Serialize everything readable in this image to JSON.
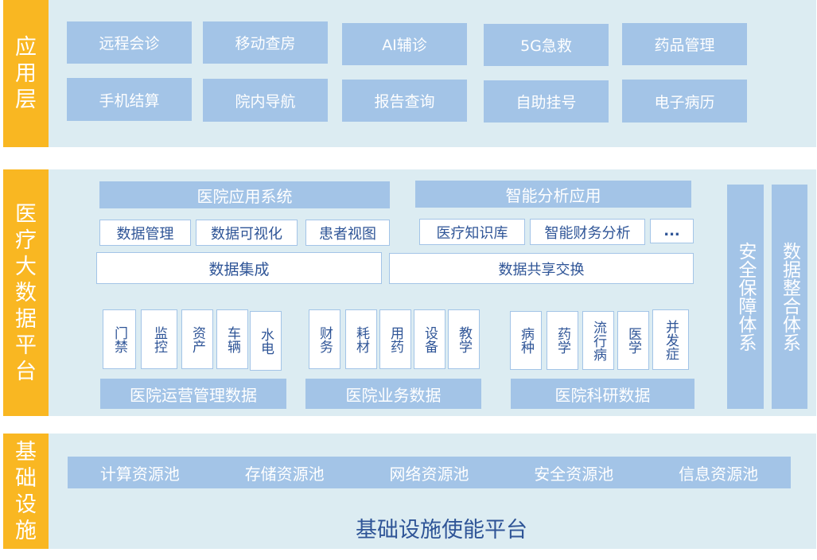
{
  "layers": {
    "application": {
      "label_chars": [
        "应",
        "用",
        "层"
      ],
      "items": [
        "远程会诊",
        "移动查房",
        "AI辅诊",
        "5G急救",
        "药品管理",
        "手机结算",
        "院内导航",
        "报告查询",
        "自助挂号",
        "电子病历"
      ]
    },
    "bigdata": {
      "label_chars": [
        "医",
        "疗",
        "大",
        "数",
        "据",
        "平",
        "台"
      ],
      "hospital_app_system": "医院应用系统",
      "smart_analysis_app": "智能分析应用",
      "hospital_app_items": [
        "数据管理",
        "数据可视化",
        "患者视图"
      ],
      "smart_items": [
        "医疗知识库",
        "智能财务分析",
        "..."
      ],
      "data_integration": "数据集成",
      "data_sharing": "数据共享交换",
      "ops_items": [
        "门禁",
        "监控",
        "资产",
        "车辆",
        "水电"
      ],
      "business_items": [
        "财务",
        "耗材",
        "用药",
        "设备",
        "教学"
      ],
      "research_items": [
        "病种",
        "药学",
        "流行病",
        "医学",
        "并发症"
      ],
      "ops_data": "医院运营管理数据",
      "business_data": "医院业务数据",
      "research_data": "医院科研数据",
      "security_system": "安全保障体系",
      "integration_system": "数据整合体系"
    },
    "infrastructure": {
      "label_chars": [
        "基",
        "础",
        "设",
        "施"
      ],
      "pools": [
        "计算资源池",
        "存储资源池",
        "网络资源池",
        "安全资源池",
        "信息资源池"
      ],
      "platform": "基础设施使能平台"
    }
  },
  "colors": {
    "side_label": "#f9b722",
    "band": "#dcecf2",
    "box": "#a3c4e7",
    "text_dark": "#2f5597"
  }
}
